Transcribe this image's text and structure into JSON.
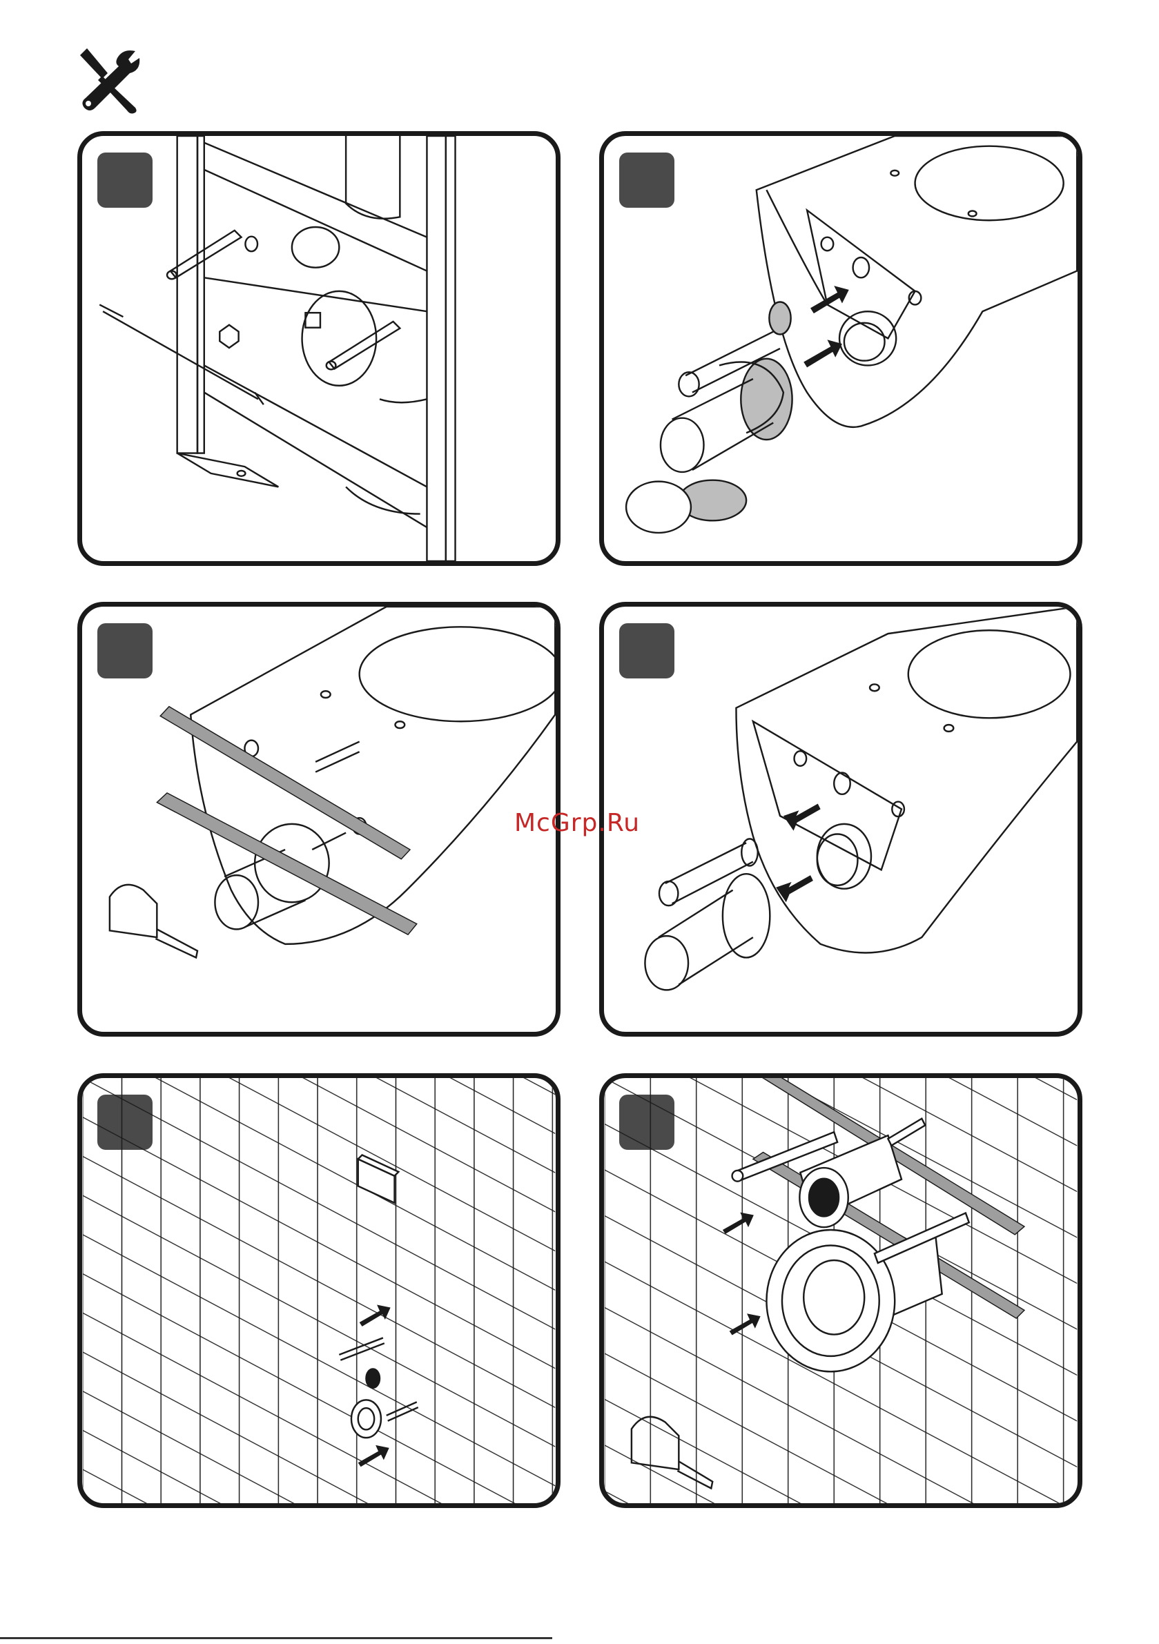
{
  "header": {
    "icon": "tools-icon"
  },
  "watermark": {
    "text": "McGrp.Ru"
  },
  "panels": [
    {
      "id": 1,
      "subject": "frame-with-studs"
    },
    {
      "id": 2,
      "subject": "bowl-with-connectors-and-grease"
    },
    {
      "id": 3,
      "subject": "bowl-with-measuring-rulers"
    },
    {
      "id": 4,
      "subject": "bowl-with-connector-arrows"
    },
    {
      "id": 5,
      "subject": "tiled-wall-with-connectors"
    },
    {
      "id": 6,
      "subject": "tiled-wall-connector-closeup"
    }
  ],
  "colors": {
    "border": "#1a1a1a",
    "badge": "#4a4a4a",
    "watermark": "#c62828",
    "shade": "#bdbdbd"
  }
}
